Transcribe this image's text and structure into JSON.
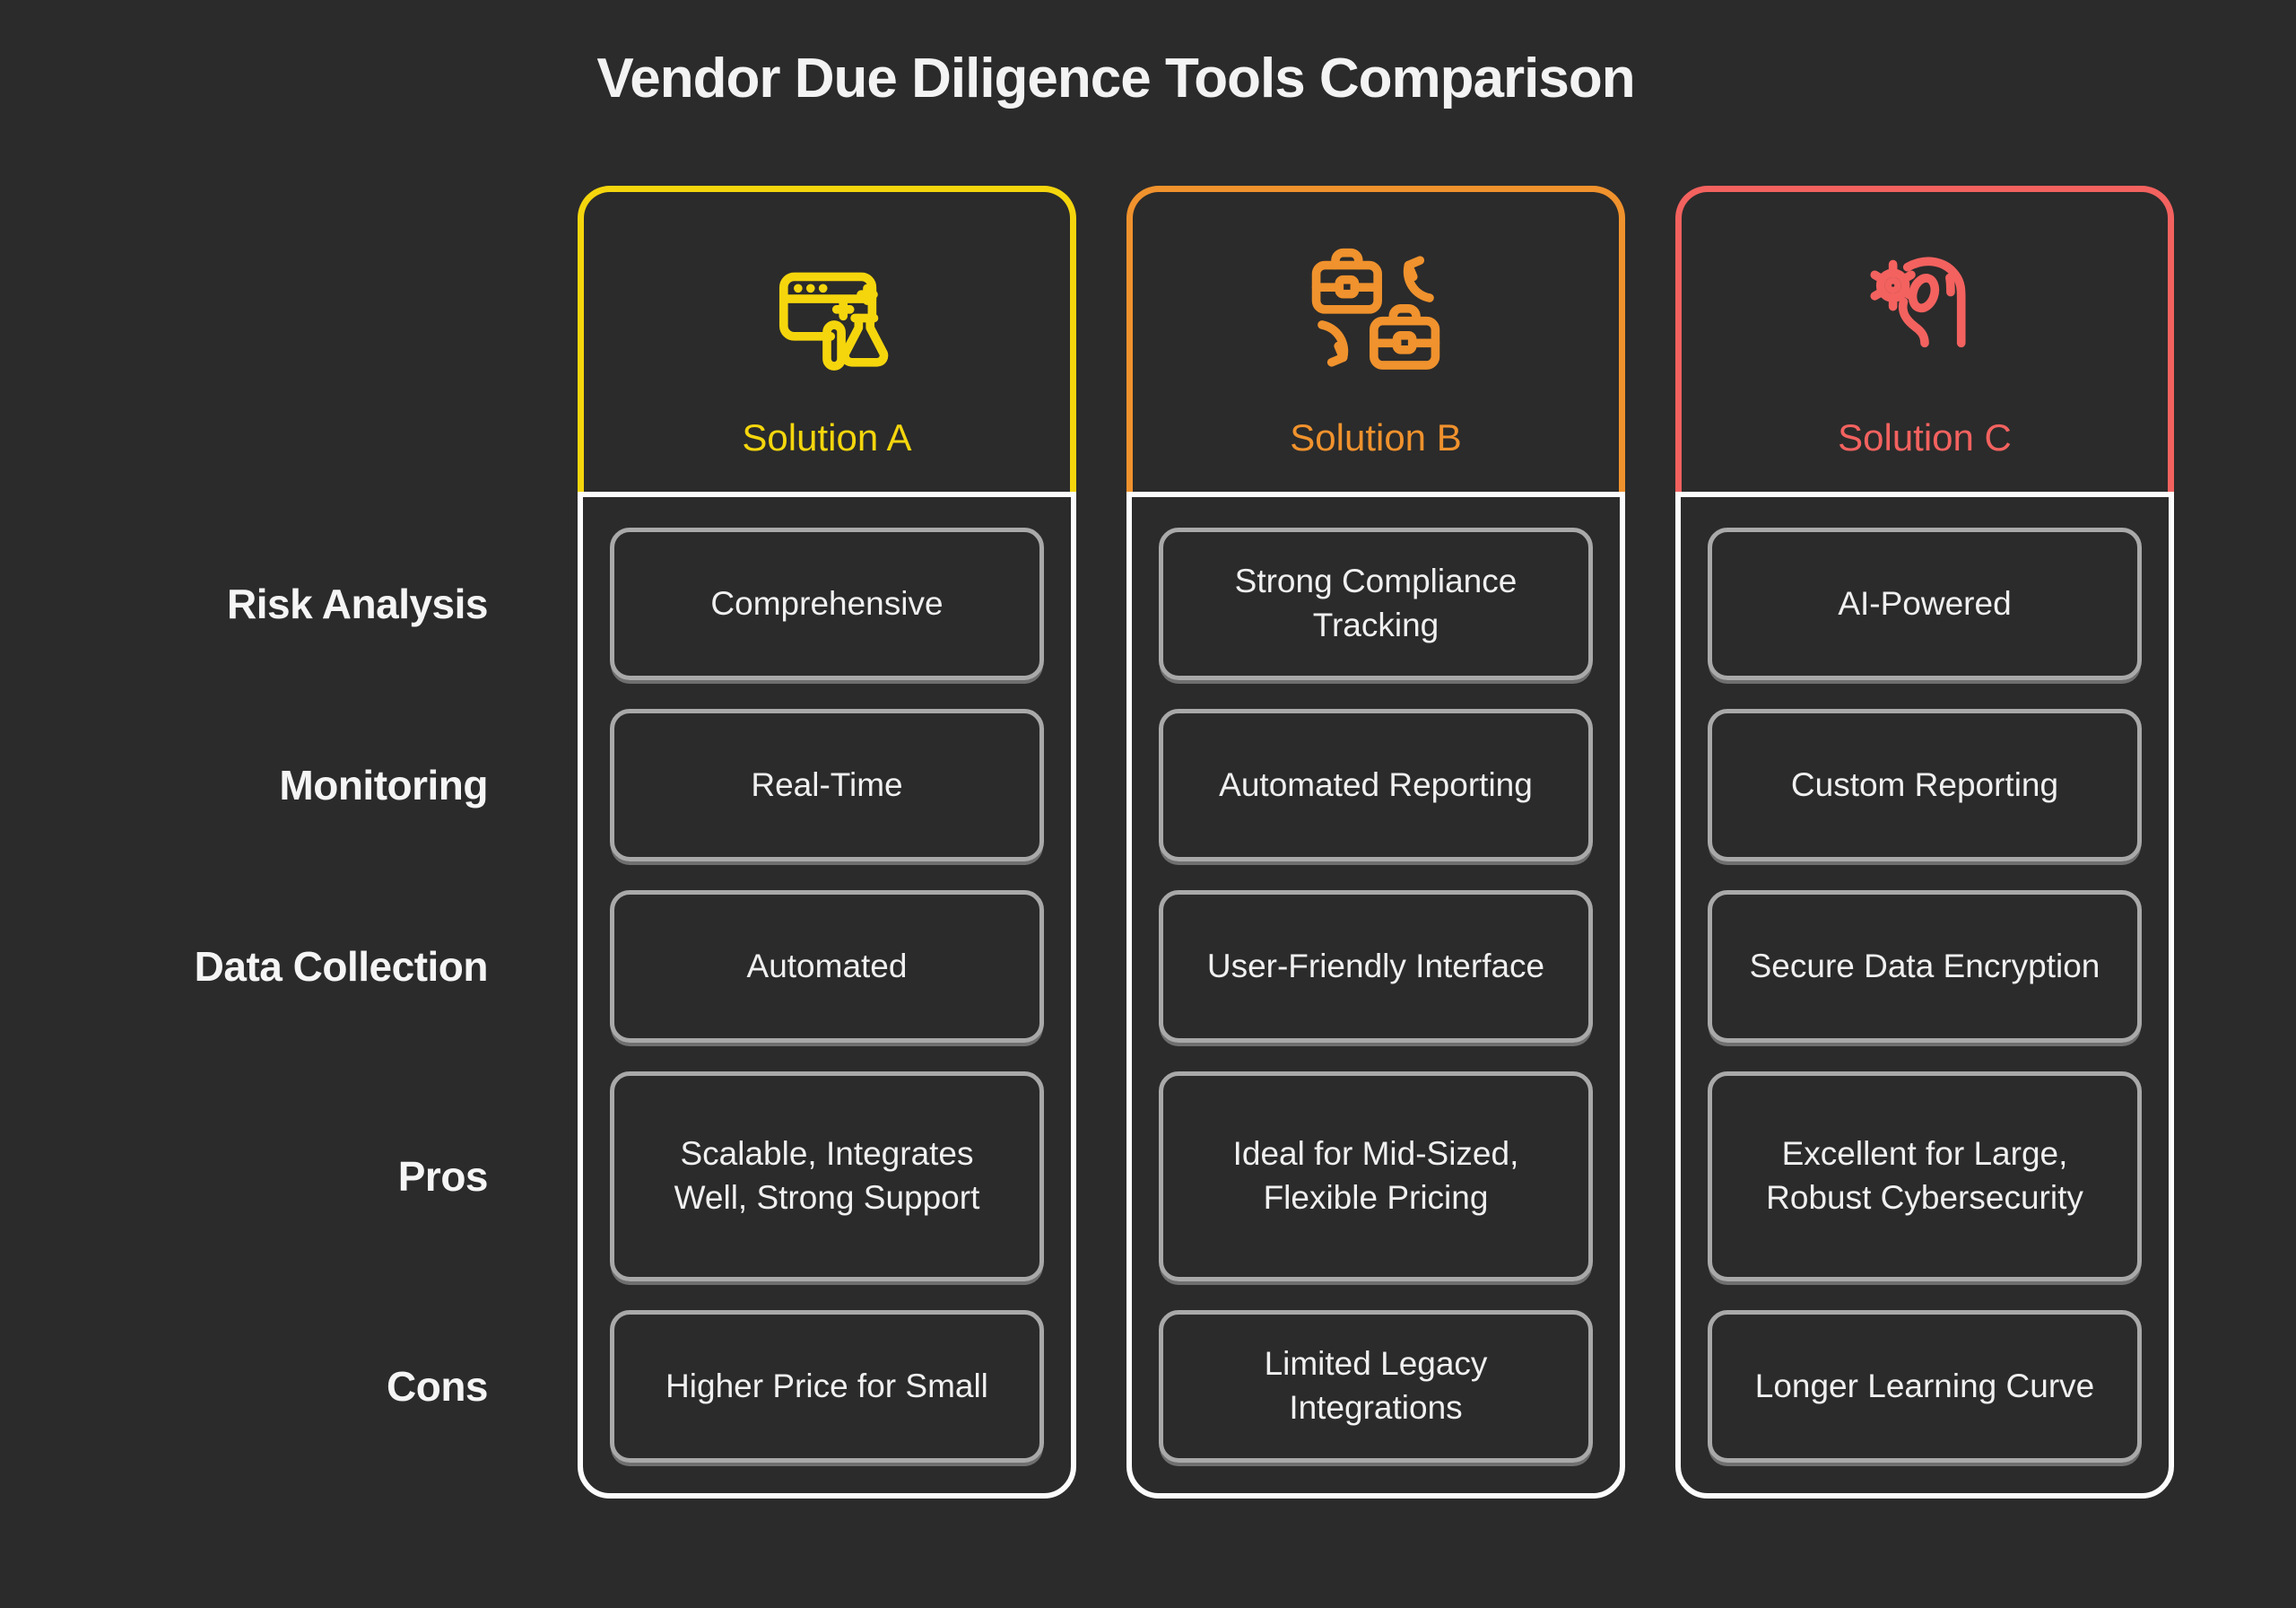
{
  "title": "Vendor Due Diligence Tools Comparison",
  "colors": {
    "background": "#2B2B2B",
    "solution_a_accent": "#F5D60D",
    "solution_b_accent": "#F0922D",
    "solution_c_accent": "#F3625F",
    "body_border": "#FCFCFC",
    "cell_border": "#A9A9A9",
    "text": "#F0F0F0"
  },
  "rows": [
    "Risk Analysis",
    "Monitoring",
    "Data Collection",
    "Pros",
    "Cons"
  ],
  "columns": [
    {
      "label": "Solution A",
      "icon": "browser-flask-icon",
      "accent": "#F5D60D",
      "cells": [
        "Comprehensive",
        "Real-Time",
        "Automated",
        "Scalable, Integrates Well, Strong Support",
        "Higher Price for Small"
      ]
    },
    {
      "label": "Solution B",
      "icon": "briefcase-swap-icon",
      "accent": "#F0922D",
      "cells": [
        "Strong Compliance Tracking",
        "Automated Reporting",
        "User-Friendly Interface",
        "Ideal for Mid-Sized, Flexible Pricing",
        "Limited Legacy Integrations"
      ]
    },
    {
      "label": "Solution C",
      "icon": "hand-gear-icon",
      "accent": "#F3625F",
      "cells": [
        "AI-Powered",
        "Custom Reporting",
        "Secure Data Encryption",
        "Excellent for Large, Robust Cybersecurity",
        "Longer Learning Curve"
      ]
    }
  ]
}
